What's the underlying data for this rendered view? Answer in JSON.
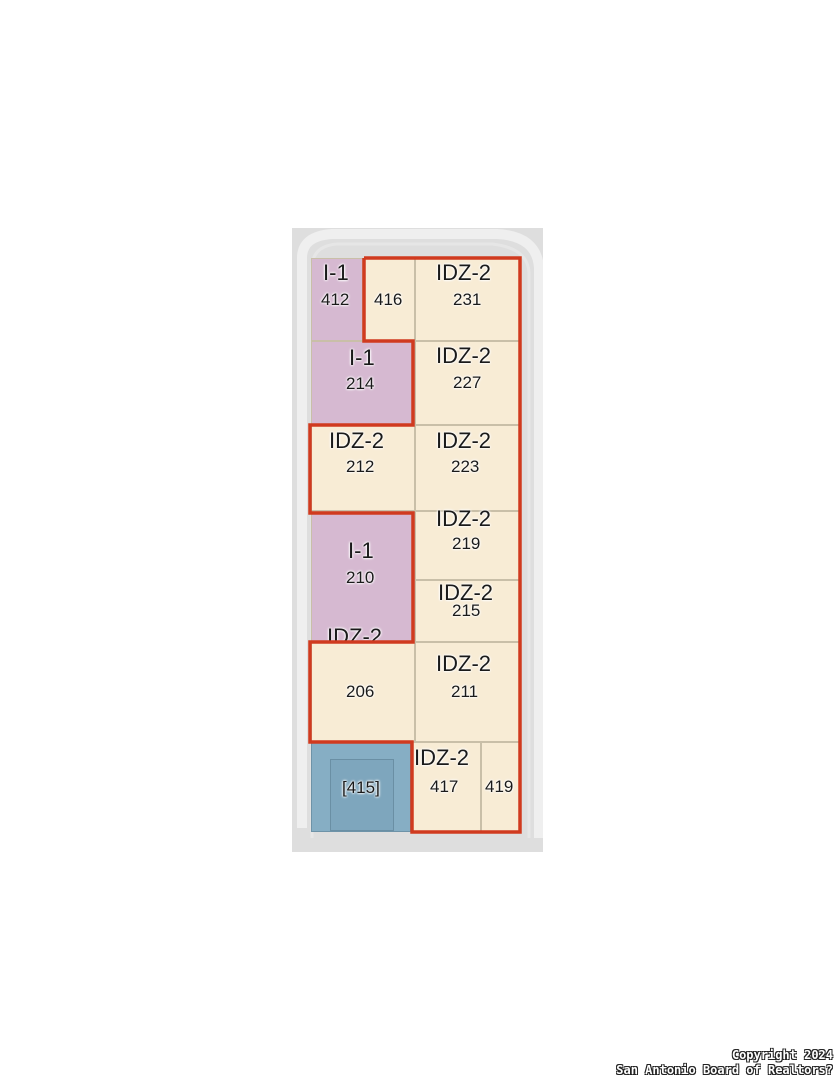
{
  "map": {
    "parcels": [
      {
        "id": "p412",
        "zone": "I-1",
        "number": "412",
        "color": "#d6b9d1"
      },
      {
        "id": "p416",
        "zone": "",
        "number": "416",
        "color": "#f8ecd5"
      },
      {
        "id": "p231",
        "zone": "IDZ-2",
        "number": "231",
        "color": "#f8ecd5"
      },
      {
        "id": "p214",
        "zone": "I-1",
        "number": "214",
        "color": "#d6b9d1"
      },
      {
        "id": "p227",
        "zone": "IDZ-2",
        "number": "227",
        "color": "#f8ecd5"
      },
      {
        "id": "p212",
        "zone": "IDZ-2",
        "number": "212",
        "color": "#f8ecd5"
      },
      {
        "id": "p223",
        "zone": "IDZ-2",
        "number": "223",
        "color": "#f8ecd5"
      },
      {
        "id": "p210",
        "zone": "I-1",
        "number": "210",
        "color": "#d6b9d1"
      },
      {
        "id": "p219",
        "zone": "IDZ-2",
        "number": "219",
        "color": "#f8ecd5"
      },
      {
        "id": "p215",
        "zone": "IDZ-2",
        "number": "215",
        "color": "#f8ecd5"
      },
      {
        "id": "p206",
        "zone": "IDZ-2",
        "number": "206",
        "color": "#f8ecd5"
      },
      {
        "id": "p211",
        "zone": "IDZ-2",
        "number": "211",
        "color": "#f8ecd5"
      },
      {
        "id": "p415",
        "zone": "",
        "number": "[415]",
        "color": "#86aec4"
      },
      {
        "id": "p417",
        "zone": "IDZ-2",
        "number": "417",
        "color": "#f8ecd5"
      },
      {
        "id": "p419",
        "zone": "",
        "number": "419",
        "color": "#f8ecd5"
      }
    ],
    "outline_color": "#d03a1f"
  },
  "copyright": {
    "line1": "Copyright 2024",
    "line2": "San Antonio Board of Realtors?"
  }
}
